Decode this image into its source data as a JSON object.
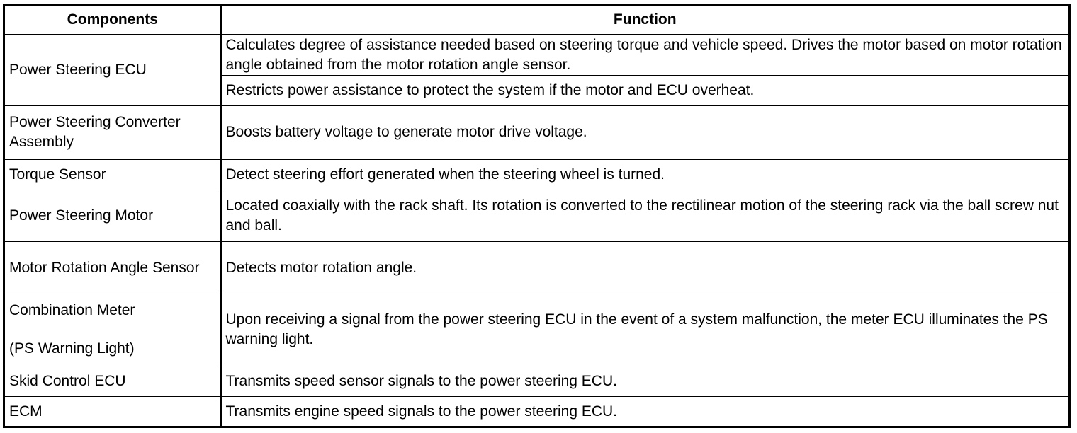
{
  "table": {
    "headers": {
      "components": "Components",
      "function": "Function"
    },
    "rows": [
      {
        "component": [
          "Power Steering ECU"
        ],
        "functions": [
          "Calculates degree of assistance needed based on steering torque and vehicle speed. Drives the motor based on motor rotation angle obtained from the motor rotation angle sensor.",
          "Restricts power assistance to protect the system if the motor and ECU overheat."
        ]
      },
      {
        "component": [
          "Power Steering Converter Assembly"
        ],
        "functions": [
          "Boosts battery voltage to generate motor drive voltage."
        ]
      },
      {
        "component": [
          "Torque Sensor"
        ],
        "functions": [
          "Detect steering effort generated when the steering wheel is turned."
        ]
      },
      {
        "component": [
          "Power Steering Motor"
        ],
        "functions": [
          "Located coaxially with the rack shaft. Its rotation is converted to the rectilinear motion of the steering rack via the ball screw nut and ball."
        ]
      },
      {
        "component": [
          "Motor Rotation Angle Sensor"
        ],
        "functions": [
          "Detects motor rotation angle."
        ]
      },
      {
        "component": [
          "Combination Meter",
          "(PS Warning Light)"
        ],
        "functions": [
          "Upon receiving a signal from the power steering ECU in the event of a system malfunction, the meter ECU illuminates the PS warning light."
        ]
      },
      {
        "component": [
          "Skid Control ECU"
        ],
        "functions": [
          "Transmits speed sensor signals to the power steering ECU."
        ]
      },
      {
        "component": [
          "ECM"
        ],
        "functions": [
          "Transmits engine speed signals to the power steering ECU."
        ]
      }
    ]
  }
}
